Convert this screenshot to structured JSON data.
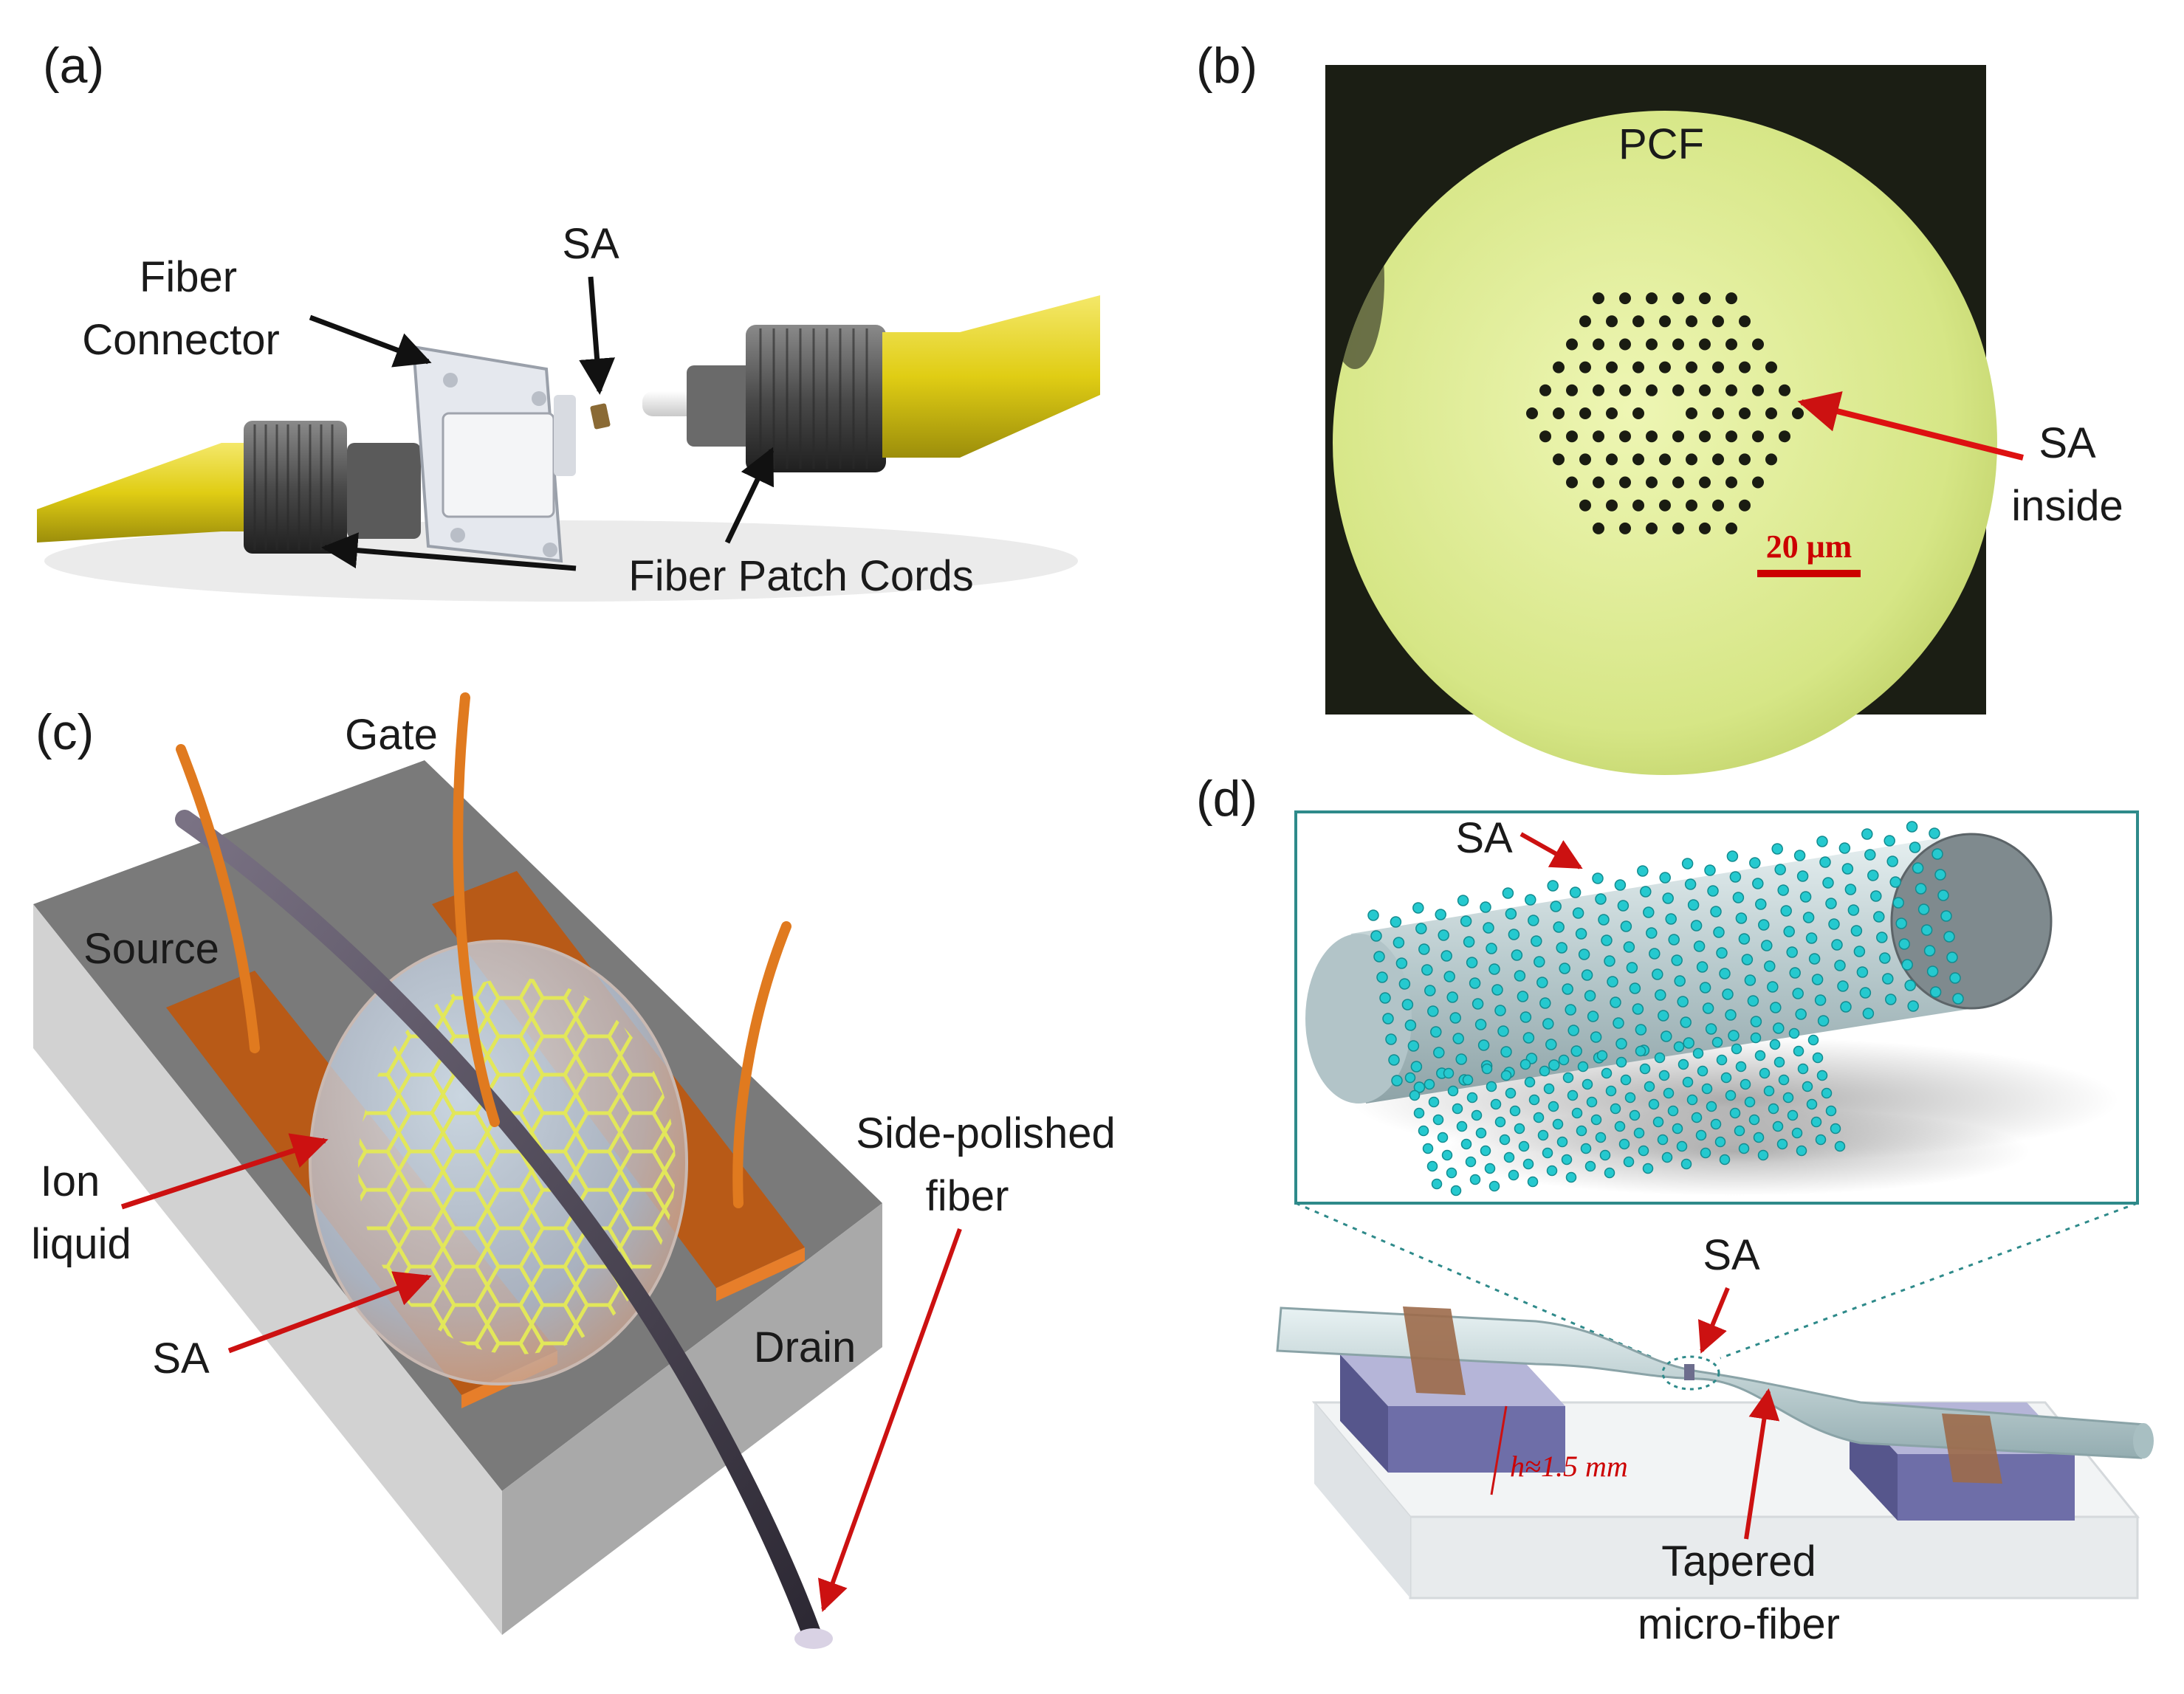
{
  "panels": [
    {
      "letter": "(a)"
    },
    {
      "letter": "(b)"
    },
    {
      "letter": "(c)"
    },
    {
      "letter": "(d)"
    }
  ],
  "panel_a": {
    "sa_label": "SA",
    "connector_label_line1": "Fiber",
    "connector_label_line2": "Connector",
    "patch_cords_label": "Fiber Patch Cords"
  },
  "panel_b": {
    "pcf_label": "PCF",
    "sa_label_line1": "SA",
    "sa_label_line2": "inside",
    "scale_label": "20 μm"
  },
  "panel_c": {
    "gate_label": "Gate",
    "source_label": "Source",
    "drain_label": "Drain",
    "ion_label_line1": "Ion",
    "ion_label_line2": "liquid",
    "sa_label": "SA",
    "fiber_label_line1": "Side-polished",
    "fiber_label_line2": "fiber"
  },
  "panel_d": {
    "inset_sa_label": "SA",
    "sa_label": "SA",
    "height_label": "h≈1.5 mm",
    "taper_label_line1": "Tapered",
    "taper_label_line2": "micro-fiber"
  },
  "colors": {
    "fiber_yellow": "#e3d21a",
    "connector_dark": "#3f3f3f",
    "pcf_green": "#dbe98f",
    "copper": "#c0621a",
    "arrow_red": "#cc1111",
    "graphene_yellow": "#e2e75a",
    "atom_cyan": "#25c9cf",
    "inset_border": "#2e8a8a"
  }
}
